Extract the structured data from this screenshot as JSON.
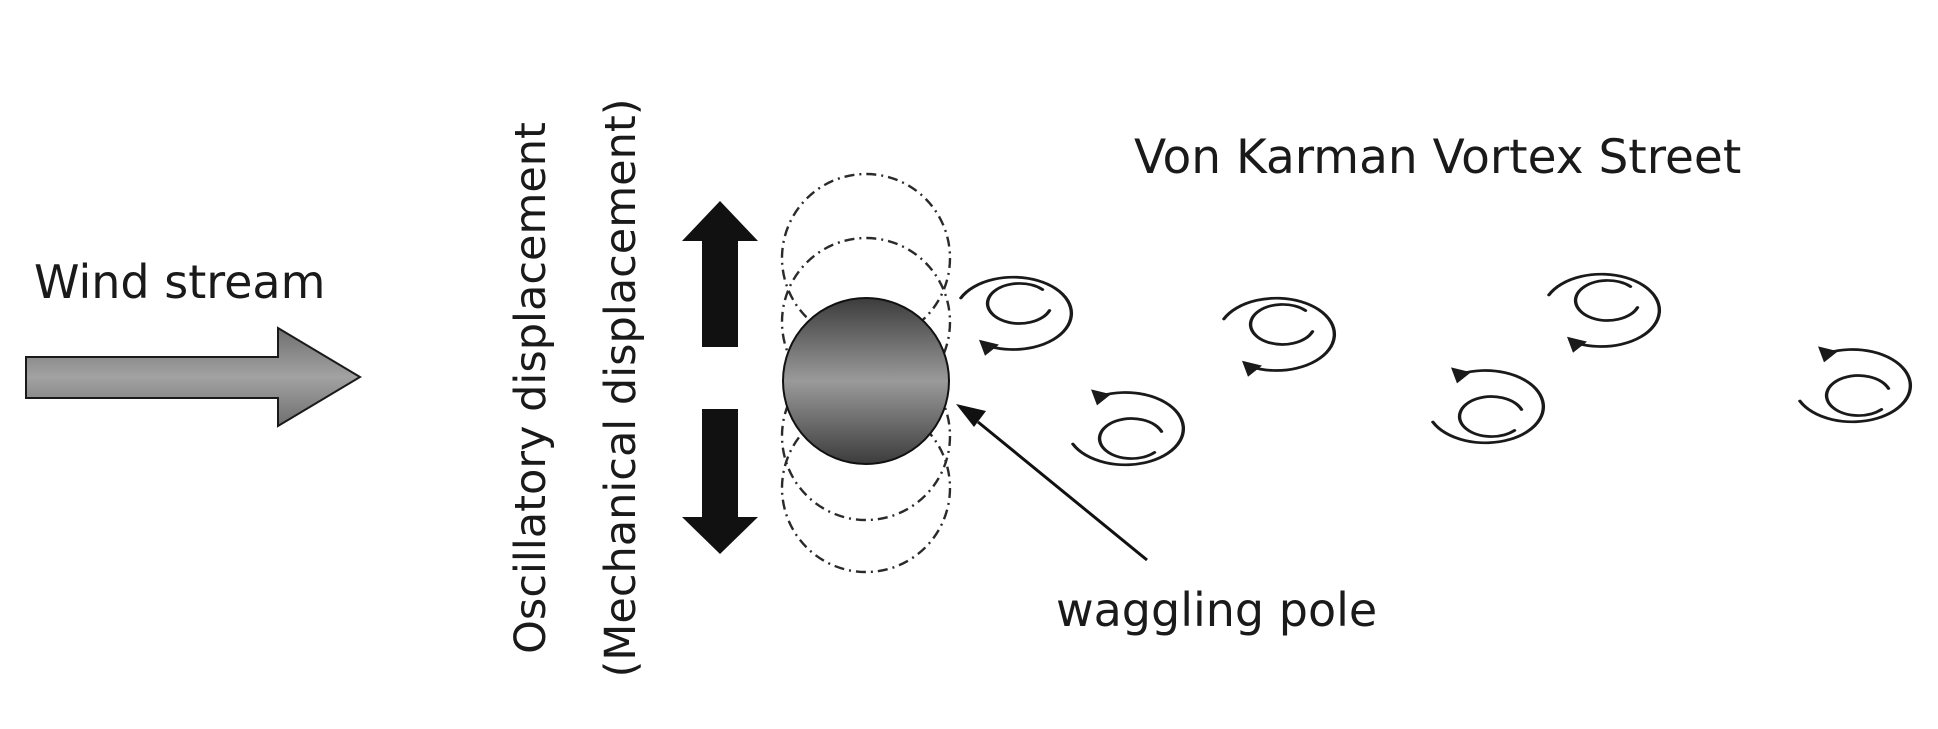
{
  "labels": {
    "wind_stream": "Wind stream",
    "oscillatory_displacement": "Oscillatory displacement",
    "mechanical_displacement": "(Mechanical displacement)",
    "vortex_street": "Von Karman Vortex Street",
    "waggling_pole": "waggling pole"
  },
  "icons": {
    "wind_arrow": "right-arrow-icon",
    "displacement_up": "up-arrow-icon",
    "displacement_down": "down-arrow-icon",
    "pole": "circle-icon",
    "vortex": "spiral-vortex-icon",
    "pointer": "pointer-arrow-icon"
  },
  "colors": {
    "background": "#ffffff",
    "ink": "#1a1a1a",
    "wind_arrow_fill": "#8a8a8a",
    "pole_dark": "#3a3a3a",
    "pole_light": "#9a9a9a"
  },
  "vortices": [
    {
      "rotation": "clockwise"
    },
    {
      "rotation": "counterclockwise"
    },
    {
      "rotation": "clockwise"
    },
    {
      "rotation": "counterclockwise"
    },
    {
      "rotation": "clockwise"
    },
    {
      "rotation": "counterclockwise"
    }
  ]
}
